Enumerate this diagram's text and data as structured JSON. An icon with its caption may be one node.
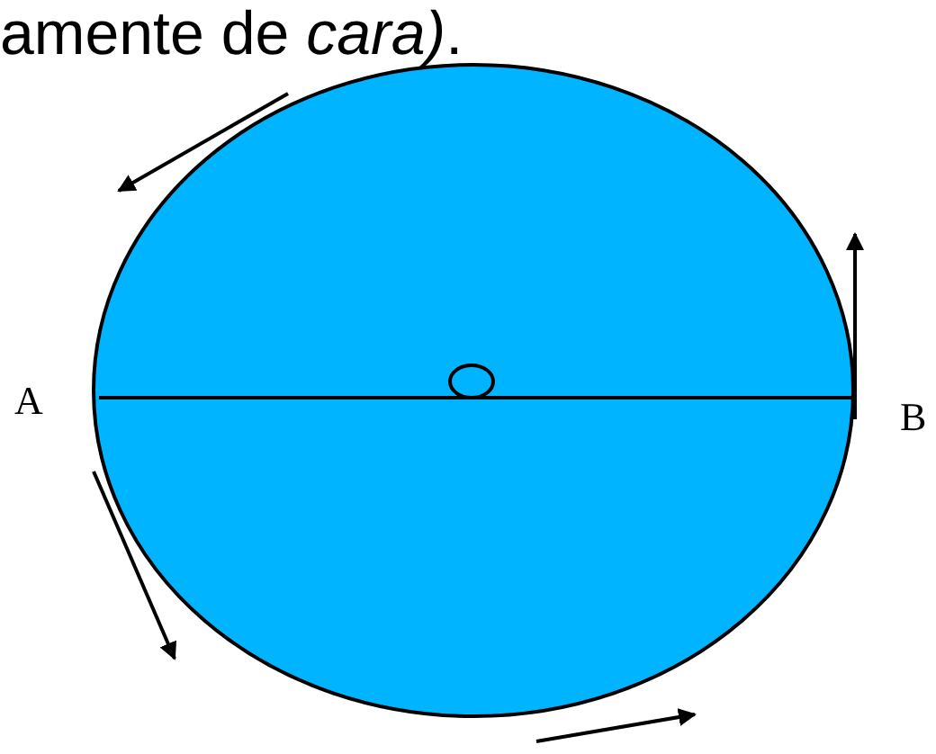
{
  "diagram": {
    "labels": [
      "amente de *cara)*.",
      "A",
      "B"
    ]
  }
}
